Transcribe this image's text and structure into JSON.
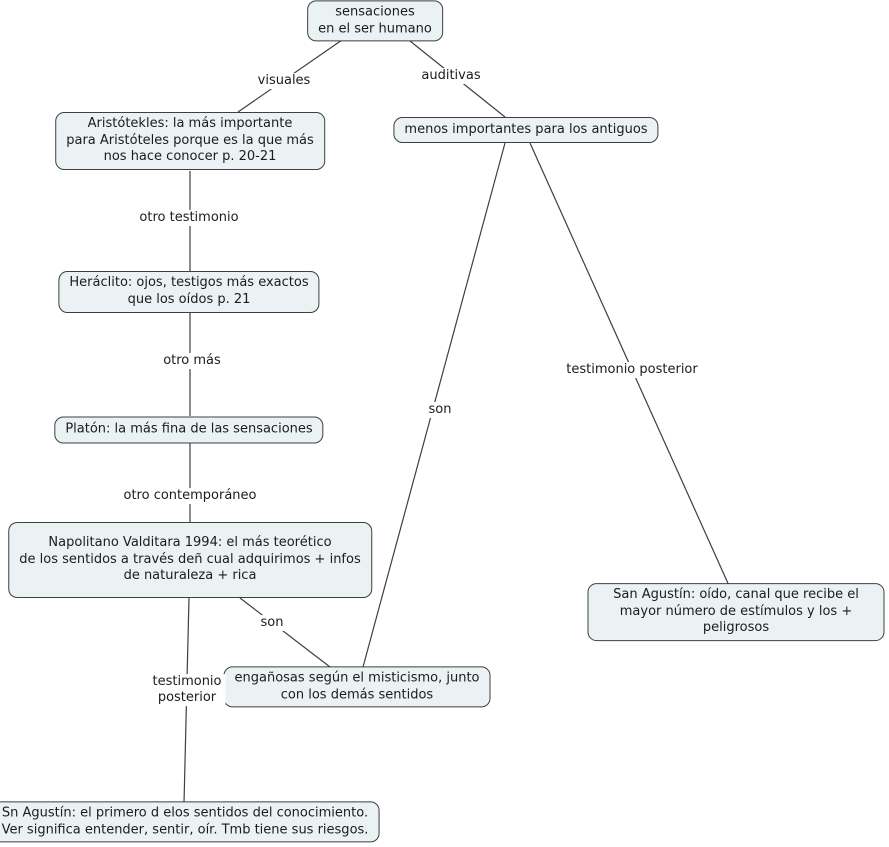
{
  "title": "sensaciones en el ser humano - mapa conceptual",
  "colors": {
    "node_fill": "#eaf2f4",
    "node_border": "#3f3f3f",
    "line": "#3f3f3f",
    "text": "#1c1c1c",
    "bg": "#ffffff"
  },
  "nodes": {
    "root": "sensaciones\nen el ser humano",
    "aristoteles": "Aristótekles: la más importante\npara Aristóteles porque es la que más\nnos hace conocer p. 20-21",
    "menos_importantes": "menos importantes para los antiguos",
    "heraclito": "Heráclito: ojos, testigos más exactos\nque los oídos p. 21",
    "platon": "Platón: la más fina de las sensaciones",
    "napolitano": "Napolitano Valditara 1994: el más teorético\nde los sentidos a través deñ cual adquirimos + infos\nde naturaleza + rica",
    "san_agustin_oido": "San Agustín: oído, canal que recibe el\nmayor número de estímulos y los + peligrosos",
    "enganosas": "engañosas según el misticismo, junto\ncon los demás sentidos",
    "sn_agustin_vista": "Sn Agustín: el primero d elos sentidos del conocimiento.\nVer significa entender, sentir, oír. Tmb tiene sus riesgos."
  },
  "labels": {
    "visuales": "visuales",
    "auditivas": "auditivas",
    "otro_testimonio": "otro testimonio",
    "otro_mas": "otro más",
    "otro_contemporaneo": "otro contemporáneo",
    "son_izq": "son",
    "testimonio_posterior_izq": "testimonio\nposterior",
    "son_der": "son",
    "testimonio_posterior_der": "testimonio posterior"
  },
  "edges": [
    {
      "from": "root",
      "to": "aristoteles",
      "label": "visuales"
    },
    {
      "from": "root",
      "to": "menos_importantes",
      "label": "auditivas"
    },
    {
      "from": "aristoteles",
      "to": "heraclito",
      "label": "otro testimonio"
    },
    {
      "from": "heraclito",
      "to": "platon",
      "label": "otro más"
    },
    {
      "from": "platon",
      "to": "napolitano",
      "label": "otro contemporáneo"
    },
    {
      "from": "napolitano",
      "to": "sn_agustin_vista",
      "label": "testimonio posterior"
    },
    {
      "from": "napolitano",
      "to": "enganosas",
      "label": "son"
    },
    {
      "from": "menos_importantes",
      "to": "enganosas",
      "label": "son"
    },
    {
      "from": "menos_importantes",
      "to": "san_agustin_oido",
      "label": "testimonio posterior"
    }
  ]
}
